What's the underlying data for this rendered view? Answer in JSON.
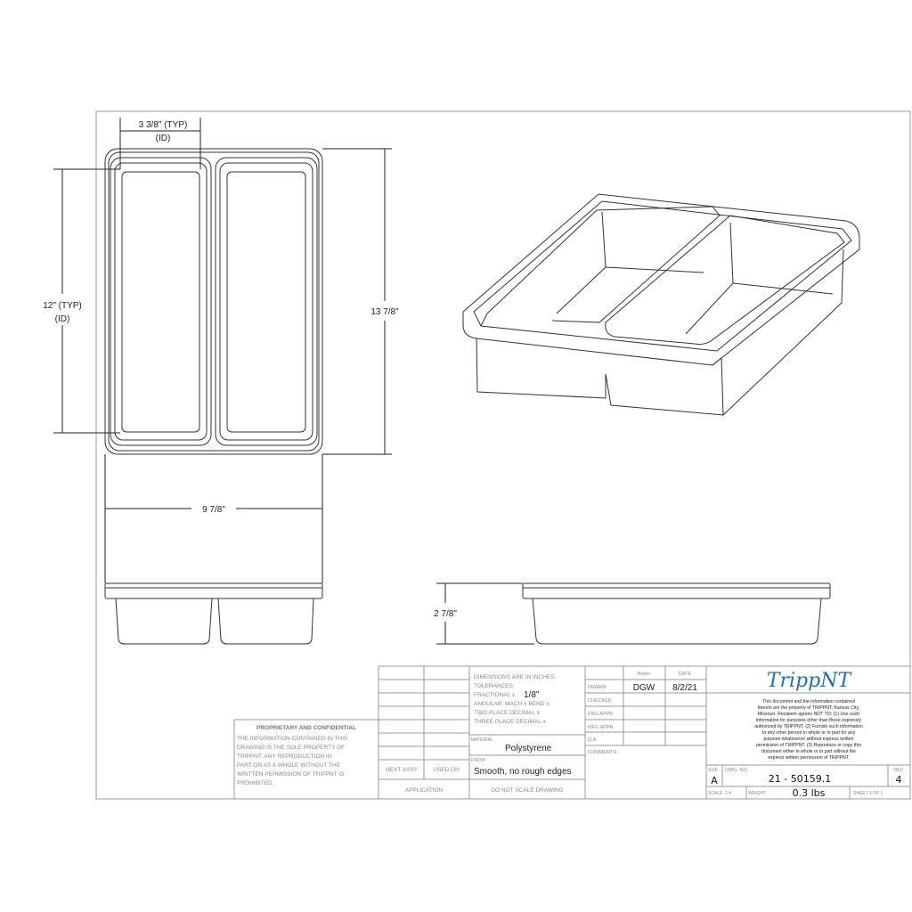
{
  "dimensions": {
    "compartment_width": "3 3/8\" (TYP)",
    "compartment_width_note": "(ID)",
    "compartment_length": "12\" (TYP)",
    "compartment_length_note": "(ID)",
    "overall_length": "13 7/8\"",
    "overall_width": "9 7/8\"",
    "height": "2 7/8\""
  },
  "proprietary": {
    "title": "PROPRIETARY AND CONFIDENTIAL",
    "lines": [
      "THE INFORMATION CONTAINED IN THIS",
      "DRAWING IS THE SOLE PROPERTY OF",
      "TRIPPNT. ANY REPRODUCTION IN",
      "PART OR AS A WHOLE WITHOUT THE",
      "WRITTEN PERMISSION OF TRIPPNT IS",
      "PROHIBITED."
    ]
  },
  "title_block": {
    "next_assy": "NEXT ASSY",
    "used_on": "USED ON",
    "application": "APPLICATION",
    "tolerances": [
      "DIMENSIONS ARE IN INCHES",
      "TOLERANCES:",
      "FRACTIONAL ±",
      "ANGULAR: MACH ±     BEND ±",
      "TWO PLACE DECIMAL     ±",
      "THREE PLACE DECIMAL   ±"
    ],
    "fractional_value": "1/8\"",
    "material_label": "MATERIAL",
    "material": "Polystyrene",
    "finish_label": "FINISH",
    "finish": "Smooth, no rough edges",
    "do_not_scale": "DO NOT SCALE DRAWING",
    "name_header": "Name",
    "date_header": "DATE",
    "rows": [
      "DRAWN",
      "CHECKED",
      "ENG APPR.",
      "MFG APPR.",
      "Q.A."
    ],
    "drawn_name": "DGW",
    "drawn_date": "8/2/21",
    "comments_label": "COMMENTS:",
    "logo": "TrippNT",
    "notice": [
      "This document and the information contained",
      "therein are the property of TRIPPNT, Kansas City,",
      "Missouri. Recipient agrees NOT TO: (1) Use such",
      "information for purposes other than those expressly",
      "authorized by TRIPPNT. (2) Furnish such information",
      "to any other person in whole or in part for any",
      "purpose whatsoever without express written",
      "permission of TRIPPNT. (3) Reproduce or copy this",
      "document either in whole or in part without the",
      "express written permission of TRIPPNT."
    ],
    "size_label": "SIZE",
    "size": "A",
    "dwg_no_label": "DWG. NO.",
    "dwg_no": "21 - 50159.1",
    "rev_label": "REV",
    "rev": "4",
    "scale_label": "SCALE: 1:4",
    "weight_label": "WEIGHT:",
    "weight": "0.3 lbs",
    "sheet": "SHEET 1 OF 1"
  },
  "colors": {
    "logo_blue": "#1f6fb5",
    "logo_green": "#3aa84a"
  }
}
